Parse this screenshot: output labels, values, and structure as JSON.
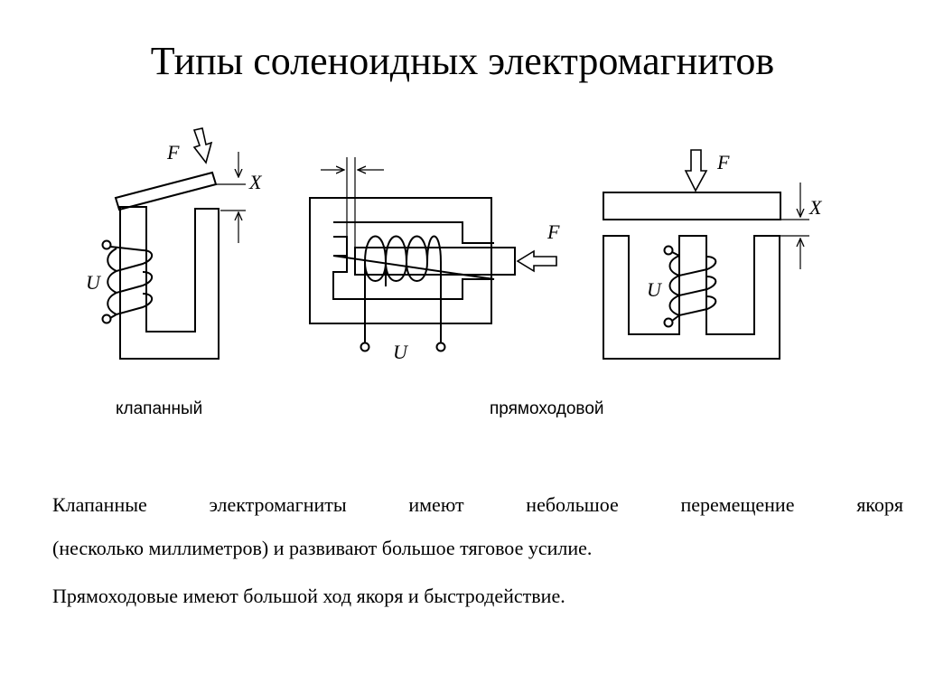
{
  "title": "Типы соленоидных электромагнитов",
  "diagram": {
    "labels": {
      "force": "F",
      "gap": "X",
      "voltage": "U"
    }
  },
  "captions": {
    "left": "клапанный",
    "right": "прямоходовой"
  },
  "body": {
    "line1": "Клапанные электромагниты имеют небольшое перемещение якоря",
    "line2": "(несколько миллиметров) и развивают большое тяговое усилие.",
    "line3": "Прямоходовые имеют большой ход якоря и быстродействие."
  }
}
